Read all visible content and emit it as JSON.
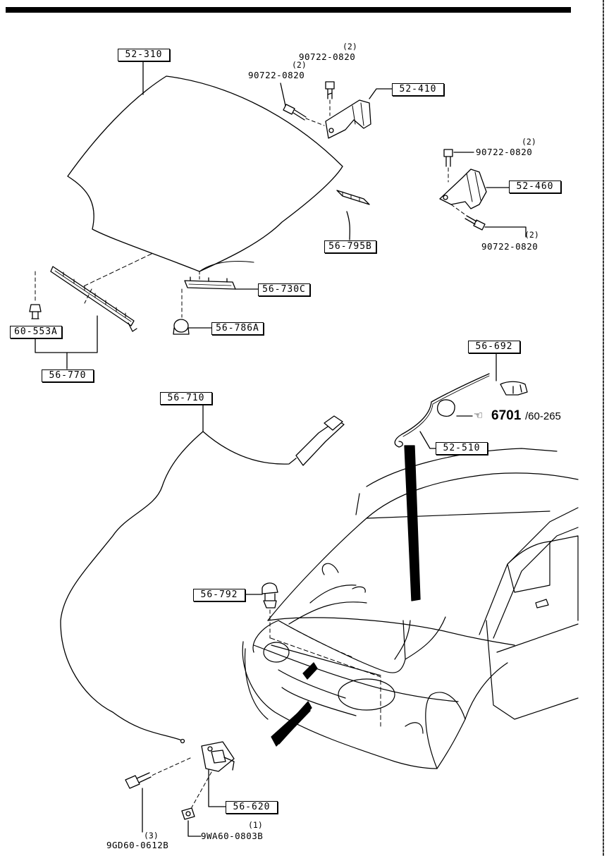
{
  "callouts": {
    "hood": "52-310",
    "hinge_left": "52-410",
    "hinge_right": "52-460",
    "seal_rear": "56-795B",
    "weatherstrip_bracket": "56-730C",
    "bumper_stop": "56-786A",
    "clip": "60-553A",
    "seal_front": "56-770",
    "release_cable": "56-710",
    "prop_rod_holder": "56-692",
    "prop_rod": "52-510",
    "grommet": "56-792",
    "hood_lock": "56-620"
  },
  "parts": {
    "bolt_hinge_top": "90722-0820",
    "bolt_hinge_left": "90722-0820",
    "bolt_hinge_right_top": "90722-0820",
    "bolt_hinge_right_bottom": "90722-0820",
    "bolt_lock": "9GD60-0612B",
    "nut_lock": "9WA60-0803B"
  },
  "quantities": {
    "bolt_hinge_top": "(2)",
    "bolt_hinge_left": "(2)",
    "bolt_hinge_right_top": "(2)",
    "bolt_hinge_right_bottom": "(2)",
    "bolt_lock": "(3)",
    "nut_lock": "(1)"
  },
  "cross_reference": {
    "icon": "pointing-hand-icon",
    "page": "6701",
    "figure": "/60-265"
  }
}
